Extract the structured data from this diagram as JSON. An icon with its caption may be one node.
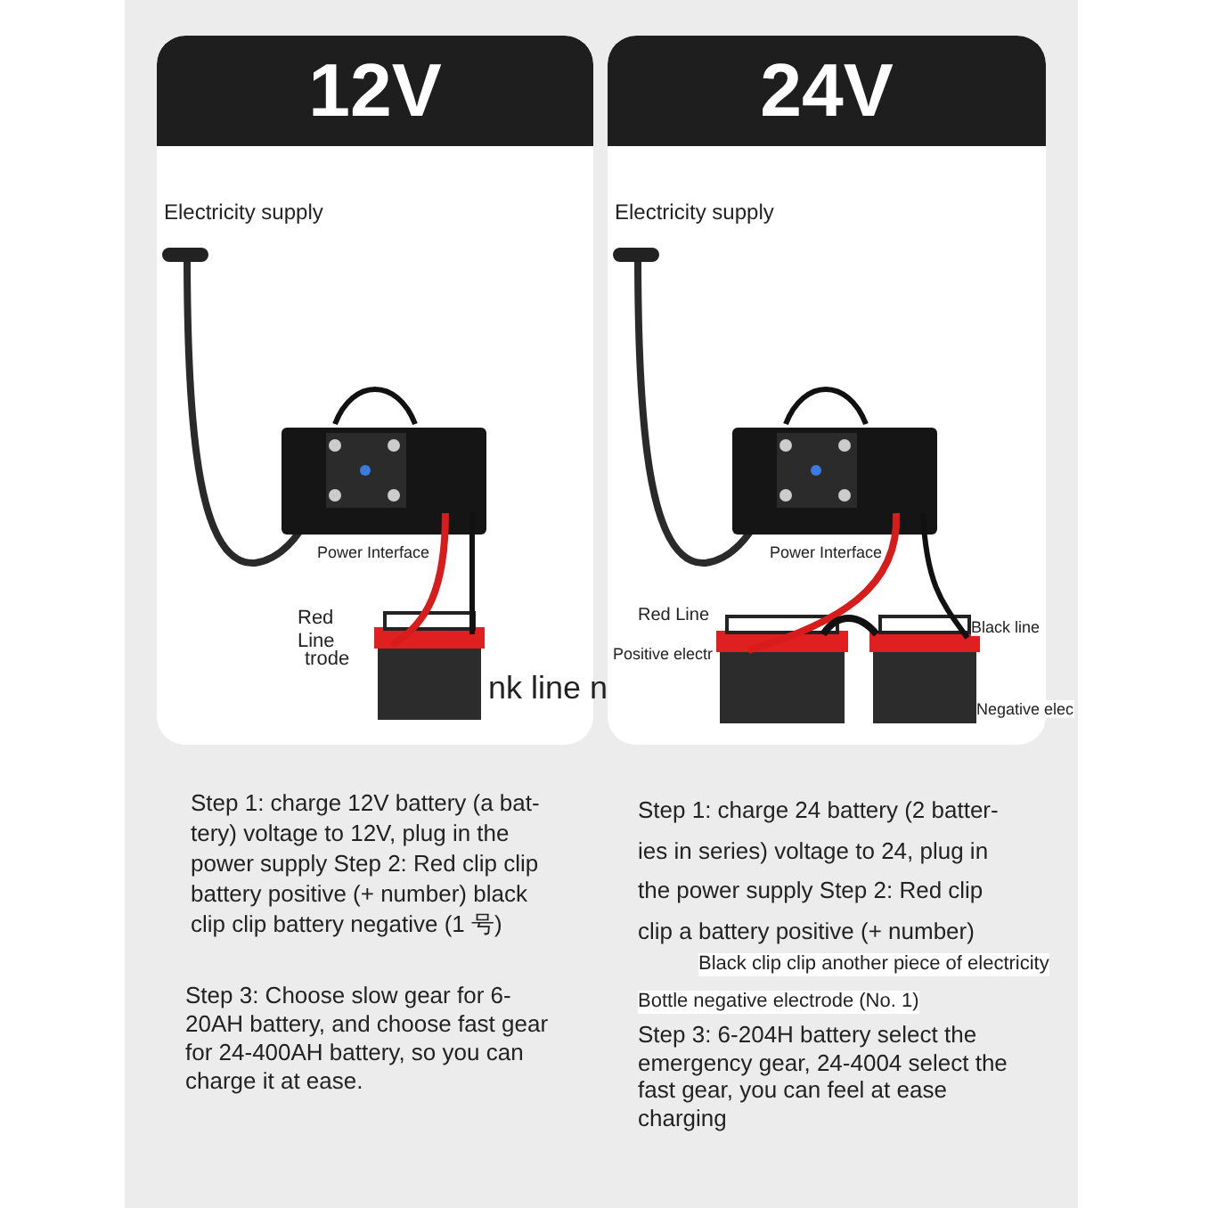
{
  "diagram": {
    "nodes": [
      {
        "text": [
          "12V"
        ]
      },
      {
        "text": [
          "24V"
        ]
      }
    ],
    "labels": [
      "Electricity supply",
      "Power Interface",
      "Red Line",
      "trode",
      "nk line n",
      "Electricity supply",
      "Power Interface",
      "Red Line",
      "Positive electr",
      "Black line",
      "Negative elec",
      "Step 1: charge 12V battery (a bat-tery) voltage to 12V, plug in the power supply Step 2: Red clip clip battery positive (+ number) black clip clip battery negative (1 号)",
      "Step 3: Choose slow gear for 6-20AH battery, and choose fast gear for 24-400AH battery, so you can charge it at ease.",
      "Step 1: charge 24 battery (2 batter-ies in series) voltage to 24, plug in the power supply Step 2: Red clip clip a battery positive (+ number)",
      "Black clip clip another piece of electricity",
      "Bottle negative electrode (No. 1)",
      "Step 3: 6-204H battery select the emergency gear, 24-4004 select the fast gear, you can feel at ease charging"
    ]
  }
}
